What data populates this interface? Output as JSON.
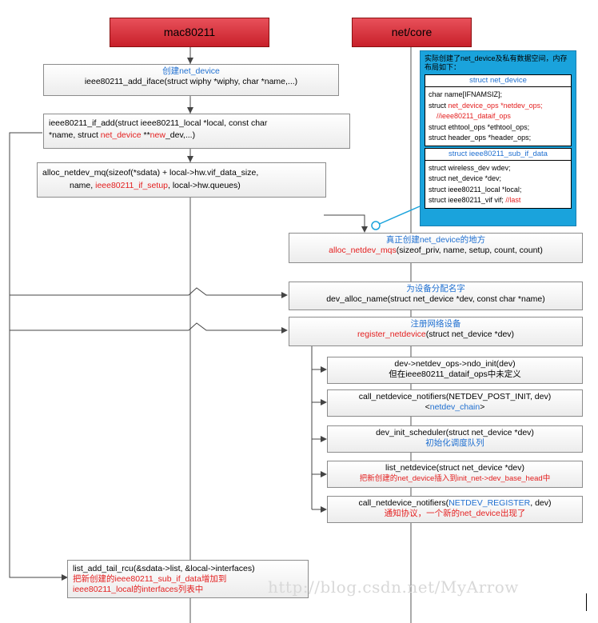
{
  "lanes": {
    "left": "mac80211",
    "right": "net/core"
  },
  "mac_boxes": {
    "b1_note": "创建net_device",
    "b1_text": "ieee80211_add_iface(struct wiphy *wiphy, char *name,...)",
    "b2_line1": "ieee80211_if_add(struct ieee80211_local *local, const char",
    "b2_pre": "*name, struct ",
    "b2_red1": "net_device",
    "b2_mid": " **",
    "b2_red2": "new",
    "b2_post": "_dev,...)",
    "b3_line1": "alloc_netdev_mq(sizeof(*sdata) + local->hw.vif_data_size,",
    "b3_pre": "name, ",
    "b3_red": "ieee80211_if_setup",
    "b3_post": ", local->hw.queues)",
    "b4_line1": "list_add_tail_rcu(&sdata->list, &local->interfaces)",
    "b4_line2": "把新创建的ieee80211_sub_if_data增加到",
    "b4_line3": "ieee80211_local的interfaces列表中"
  },
  "core_boxes": {
    "c1_note": "真正创建net_device的地方",
    "c1_red": "alloc_netdev_mqs",
    "c1_post": "(sizeof_priv, name, setup, count, count)",
    "c2_note": "为设备分配名字",
    "c2_text": "dev_alloc_name(struct net_device *dev, const char *name)",
    "c3_note": "注册网络设备",
    "c3_red": "register_netdevice",
    "c3_post": "(struct net_device *dev)",
    "s1_line1": "dev->netdev_ops->ndo_init(dev)",
    "s1_line2": "但在ieee80211_dataif_ops中未定义",
    "s2_line1": "call_netdevice_notifiers(NETDEV_POST_INIT, dev)",
    "s2_pre": "<",
    "s2_blue": "netdev_chain",
    "s2_post": ">",
    "s3_line1": "dev_init_scheduler(struct net_device *dev)",
    "s3_line2": "初始化调度队列",
    "s4_line1": "list_netdevice(struct net_device *dev)",
    "s4_line2": "把新创建的net_device插入到init_net->dev_base_head中",
    "s5_pre": "call_netdevice_notifiers(",
    "s5_blue": "NETDEV_REGISTER",
    "s5_post": ", dev)",
    "s5_line2": "通知协议，一个新的net_device出现了"
  },
  "note": {
    "caption": "实际创建了net_device及私有数据空间，内存布局如下：",
    "struct1_title": "struct net_device",
    "s1_r1": "char  name[IFNAMSIZ];",
    "s1_r2_pre": "struct ",
    "s1_r2_red": "net_device_ops *netdev_ops;",
    "s1_r3_red": "//ieee80211_dataif_ops",
    "s1_r4": "struct ethtool_ops *ethtool_ops;",
    "s1_r5": "struct header_ops *header_ops;",
    "struct2_title": "struct ieee80211_sub_if_data",
    "s2_r1": "struct wireless_dev wdev;",
    "s2_r2": "struct net_device *dev;",
    "s2_r3": "struct ieee80211_local *local;",
    "s2_r4_pre": "struct ieee80211_vif vif; ",
    "s2_r4_red": "//last"
  },
  "watermark": "http://blog.csdn.net/MyArrow"
}
